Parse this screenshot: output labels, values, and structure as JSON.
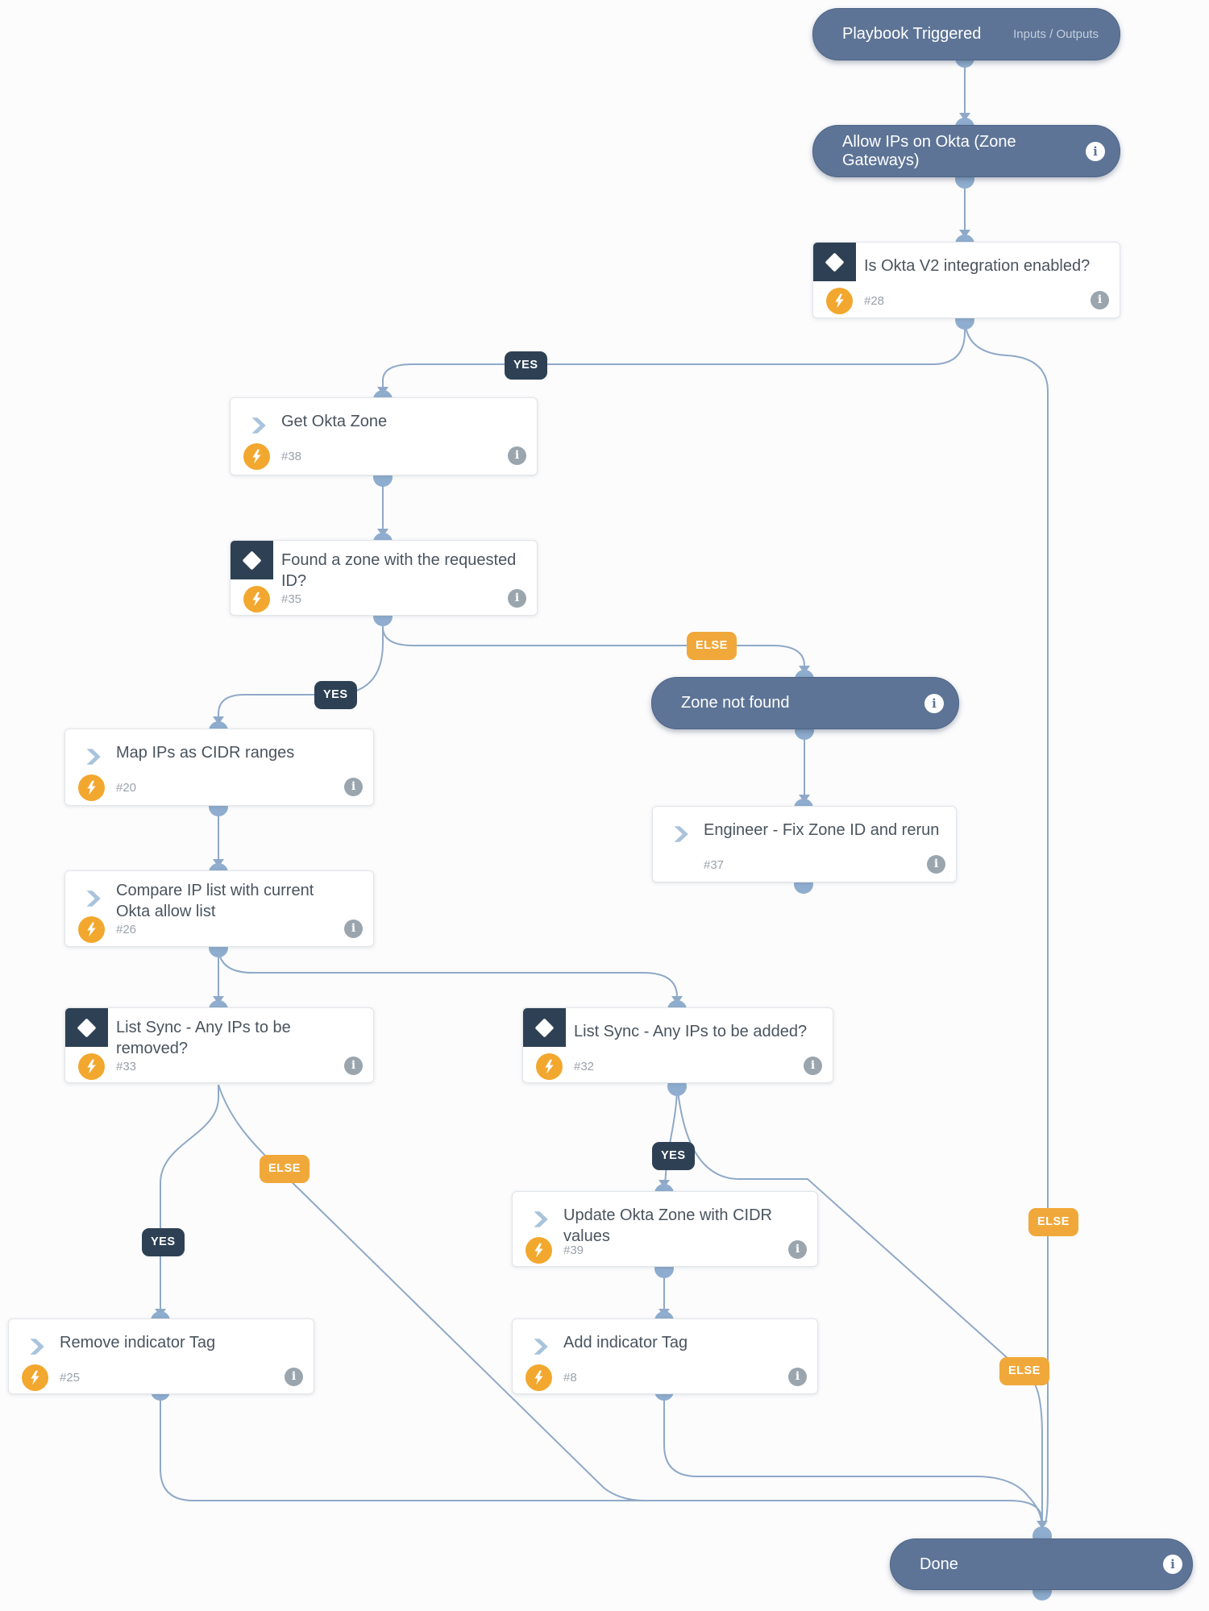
{
  "glyphs": {
    "info": "i"
  },
  "labels": {
    "yes": "YES",
    "else": "ELSE"
  },
  "nodes": {
    "playbook": {
      "title": "Playbook Triggered",
      "link": "Inputs / Outputs"
    },
    "allow": {
      "title": "Allow IPs on Okta (Zone Gateways)"
    },
    "cond_okta_v2": {
      "title": "Is Okta V2 integration enabled?",
      "number": "#28"
    },
    "get_zone": {
      "title": "Get Okta Zone",
      "number": "#38"
    },
    "found_zone": {
      "title": "Found a zone with the requested\nID?",
      "number": "#35"
    },
    "zone_not_found": {
      "title": "Zone not found"
    },
    "engineer": {
      "title": "Engineer - Fix Zone ID and rerun",
      "number": "#37"
    },
    "map_ips": {
      "title": "Map IPs as CIDR ranges",
      "number": "#20"
    },
    "compare_list": {
      "title": "Compare IP list with current\nOkta allow list",
      "number": "#26"
    },
    "sync_removed": {
      "title": "List Sync - Any IPs to be\nremoved?",
      "number": "#33"
    },
    "sync_added": {
      "title": "List Sync - Any IPs to be added?",
      "number": "#32"
    },
    "update_zone": {
      "title": "Update Okta Zone with CIDR values",
      "number": "#39"
    },
    "remove_tag": {
      "title": "Remove indicator Tag",
      "number": "#25"
    },
    "add_tag": {
      "title": "Add indicator Tag",
      "number": "#8"
    },
    "done": {
      "title": "Done"
    }
  },
  "colors": {
    "pill": "#5d7496",
    "condition": "#2e4154",
    "else_badge": "#f1a83a",
    "bolt": "#f2a72e",
    "edge": "#8fa9c7",
    "dot": "#8fadce",
    "title_text": "#4a545e"
  }
}
